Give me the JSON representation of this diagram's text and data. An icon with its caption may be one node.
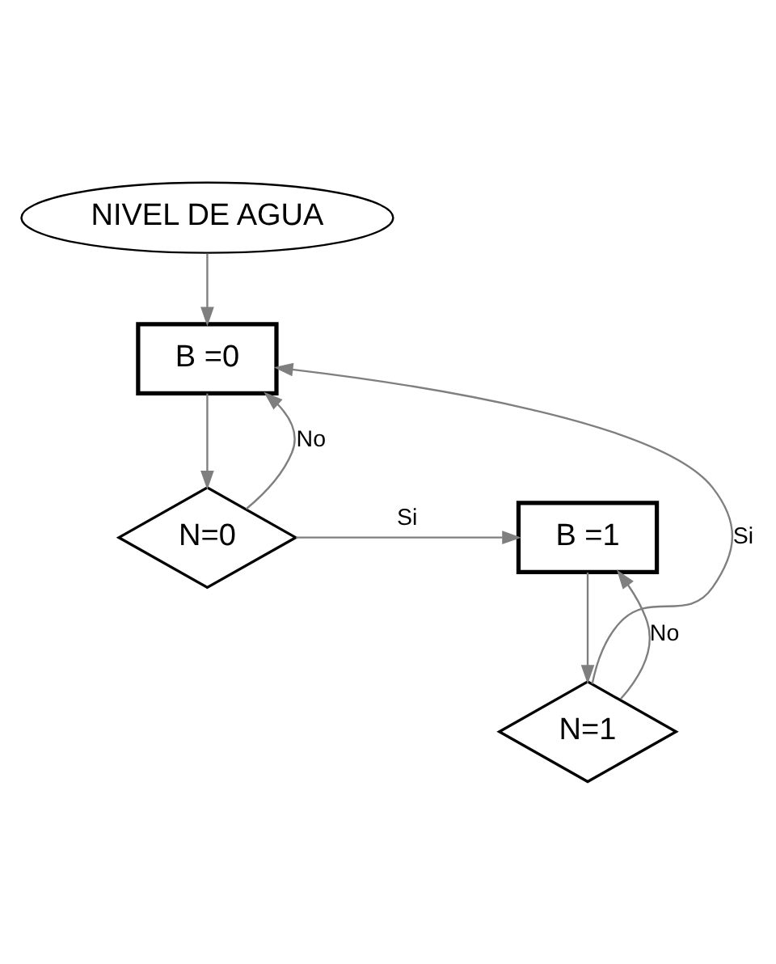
{
  "diagram": {
    "nodes": [
      {
        "text": [
          "NIVEL DE AGUA"
        ]
      },
      {
        "text": [
          "B =0"
        ]
      },
      {
        "text": [
          "N=0"
        ]
      },
      {
        "text": [
          "B =1"
        ]
      },
      {
        "text": [
          "N=1"
        ]
      }
    ],
    "edges": [
      {
        "from": 0,
        "to": 1,
        "arrow": "to"
      },
      {
        "from": 1,
        "to": 2,
        "arrow": "to"
      },
      {
        "from": 2,
        "to": 3,
        "arrow": "to",
        "label": "Si"
      },
      {
        "from": 2,
        "to": 1,
        "arrow": "to",
        "label": "No"
      },
      {
        "from": 3,
        "to": 4,
        "arrow": "to"
      },
      {
        "from": 4,
        "to": 1,
        "arrow": "to",
        "label": "Si"
      },
      {
        "from": 4,
        "to": 3,
        "arrow": "to",
        "label": "No"
      }
    ]
  }
}
